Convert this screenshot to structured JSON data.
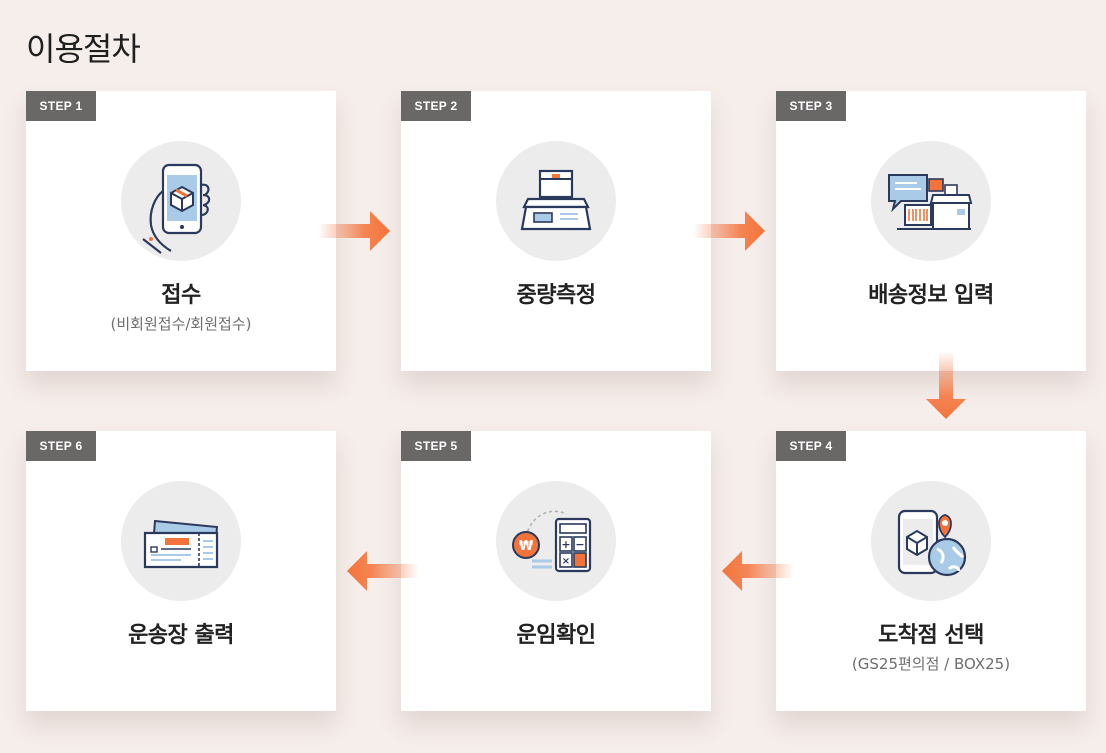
{
  "page": {
    "title": "이용절차"
  },
  "steps": [
    {
      "badge": "STEP 1",
      "title": "접수",
      "subtitle": "(비회원접수/회원접수)",
      "icon": "smartphone-box-icon"
    },
    {
      "badge": "STEP 2",
      "title": "중량측정",
      "subtitle": "",
      "icon": "scale-box-icon"
    },
    {
      "badge": "STEP 3",
      "title": "배송정보 입력",
      "subtitle": "",
      "icon": "chat-barcode-boxes-icon"
    },
    {
      "badge": "STEP 4",
      "title": "도착점 선택",
      "subtitle": "(GS25편의점 / BOX25)",
      "icon": "phone-location-globe-icon"
    },
    {
      "badge": "STEP 5",
      "title": "운임확인",
      "subtitle": "",
      "icon": "coin-calculator-icon"
    },
    {
      "badge": "STEP 6",
      "title": "운송장 출력",
      "subtitle": "",
      "icon": "waybill-ticket-icon"
    }
  ],
  "colors": {
    "background": "#f6eeeb",
    "accent_orange": "#f4733a",
    "badge_gray": "#6a6767",
    "icon_navy": "#2b3a5c",
    "icon_blue": "#a9cbe8"
  }
}
